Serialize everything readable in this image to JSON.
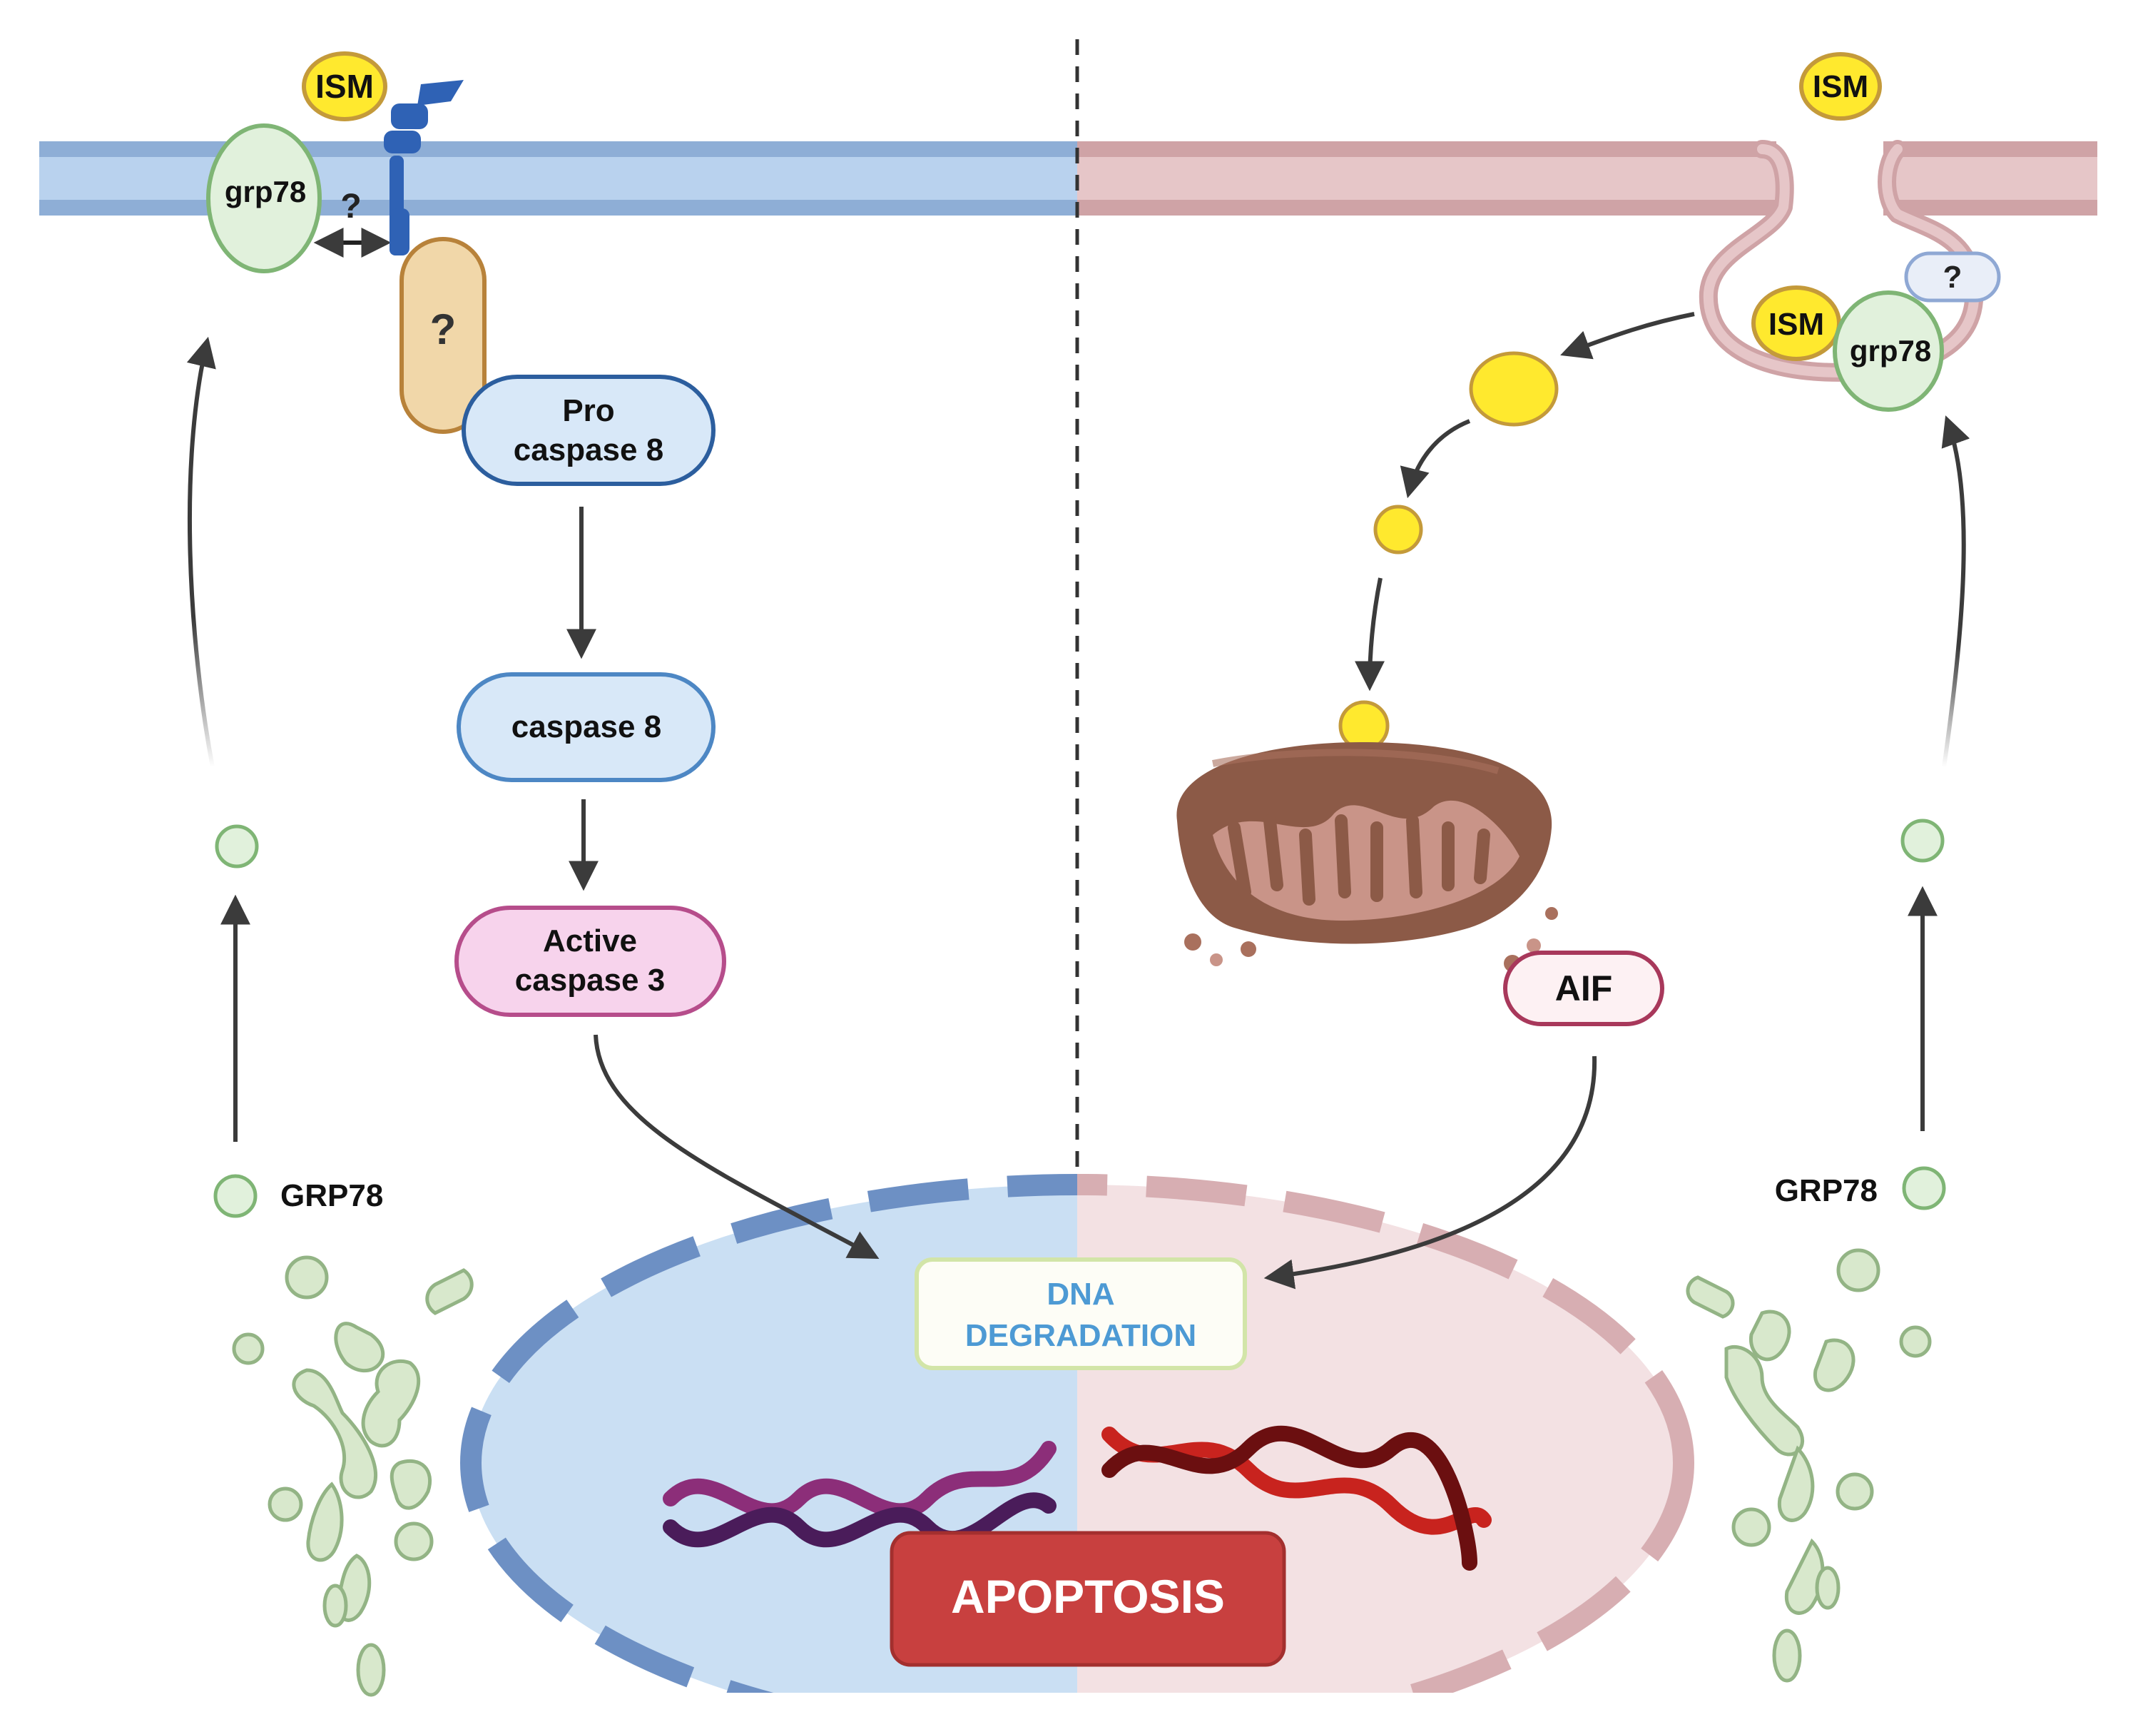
{
  "labels": {
    "ism_left": "ISM",
    "grp78_left": "grp78",
    "question_membrane_left": "?",
    "question_adaptor_left": "?",
    "pro_caspase8_line1": "Pro",
    "pro_caspase8_line2": "caspase 8",
    "caspase8": "caspase 8",
    "active_caspase3_line1": "Active",
    "active_caspase3_line2": "caspase 3",
    "grp78_cyto_left": "GRP78",
    "ism_right_outside": "ISM",
    "ism_right_vesicle": "ISM",
    "question_right": "?",
    "grp78_right": "grp78",
    "aif": "AIF",
    "grp78_cyto_right": "GRP78",
    "dna_line1": "DNA",
    "dna_line2": "DEGRADATION",
    "apoptosis": "APOPTOSIS"
  },
  "colors": {
    "left_membrane": "#b9d2ee",
    "left_membrane_edge": "#8eaed6",
    "right_membrane": "#e6c6c8",
    "right_membrane_edge": "#cfa3a6",
    "nucleus_left": "#cadff3",
    "nucleus_right": "#f3e1e3",
    "grp78_fill": "#e1f1dc",
    "grp78_stroke": "#7fb575",
    "ism_fill": "#ffe92e",
    "ism_stroke": "#c49a3a",
    "receptor": "#2f62b5",
    "adaptor_fill": "#f1d7a9",
    "adaptor_stroke": "#b8823a",
    "caspase8_fill": "#d8e8f8",
    "caspase8_stroke": "#4d87c4",
    "caspase3_fill": "#f7d3ec",
    "caspase3_stroke": "#b64d8b",
    "aif_stroke": "#a8385b",
    "apoptosis_fill": "#c8403f",
    "dna_text": "#4d9ad4",
    "dna_box_stroke": "#d2e5a8",
    "er_fill": "#d8e8cc",
    "er_stroke": "#93b485",
    "mito": "#8c5a47",
    "arrow": "#3b3b3b"
  }
}
